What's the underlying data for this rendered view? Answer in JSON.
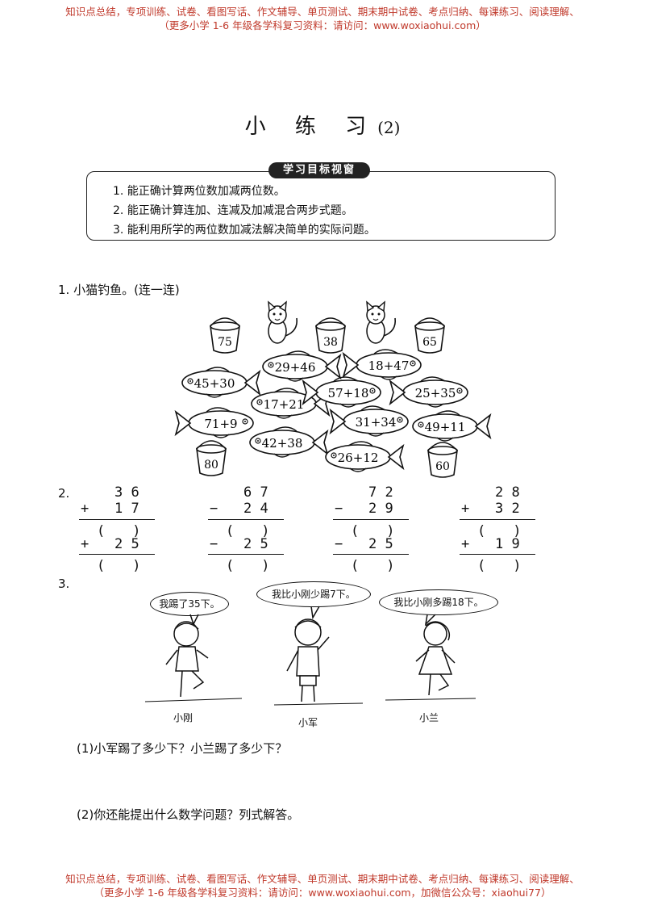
{
  "banner": {
    "top_line1": "知识点总结，专项训练、试卷、看图写话、作文辅导、单页测试、期末期中试卷、考点归纳、每课练习、阅读理解、",
    "top_line2": "（更多小学 1-6 年级各学科复习资料：请访问：www.woxiaohui.com）",
    "bottom_line1": "知识点总结，专项训练、试卷、看图写话、作文辅导、单页测试、期末期中试卷、考点归纳、每课练习、阅读理解、",
    "bottom_line2": "（更多小学 1-6 年级各学科复习资料：请访问：www.woxiaohui.com，加微信公众号：xiaohui77）"
  },
  "title": {
    "main": "小 练 习",
    "number": "(2)"
  },
  "goals": {
    "tab": "学习目标视窗",
    "items": [
      "1. 能正确计算两位数加减两位数。",
      "2. 能正确计算连加、连减及加减混合两步式题。",
      "3. 能利用所学的两位数加减法解决简单的实际问题。"
    ]
  },
  "q1": {
    "label": "1. 小猫钓鱼。(连一连)",
    "buckets": [
      "75",
      "38",
      "65",
      "80",
      "60"
    ],
    "fish": [
      "29+46",
      "18+47",
      "45+30",
      "17+21",
      "57+18",
      "25+35",
      "71+9",
      "31+34",
      "49+11",
      "42+38",
      "26+12"
    ]
  },
  "q2": {
    "label": "2.",
    "columns": [
      {
        "top": "3 6",
        "op1": "+",
        "n1": "1 7",
        "blank1": "(　　)",
        "op2": "+",
        "n2": "2 5",
        "blank2": "(　　)"
      },
      {
        "top": "6 7",
        "op1": "−",
        "n1": "2 4",
        "blank1": "(　　)",
        "op2": "−",
        "n2": "2 5",
        "blank2": "(　　)"
      },
      {
        "top": "7 2",
        "op1": "−",
        "n1": "2 9",
        "blank1": "(　　)",
        "op2": "−",
        "n2": "2 5",
        "blank2": "(　　)"
      },
      {
        "top": "2 8",
        "op1": "+",
        "n1": "3 2",
        "blank1": "(　　)",
        "op2": "+",
        "n2": "1 9",
        "blank2": "(　　)"
      }
    ]
  },
  "q3": {
    "label": "3.",
    "bubbles": [
      "我踢了35下。",
      "我比小刚少踢7下。",
      "我比小刚多踢18下。"
    ],
    "names": [
      "小刚",
      "小军",
      "小兰"
    ],
    "sub1": "(1)小军踢了多少下？小兰踢了多少下？",
    "sub2": "(2)你还能提出什么数学问题？列式解答。"
  }
}
